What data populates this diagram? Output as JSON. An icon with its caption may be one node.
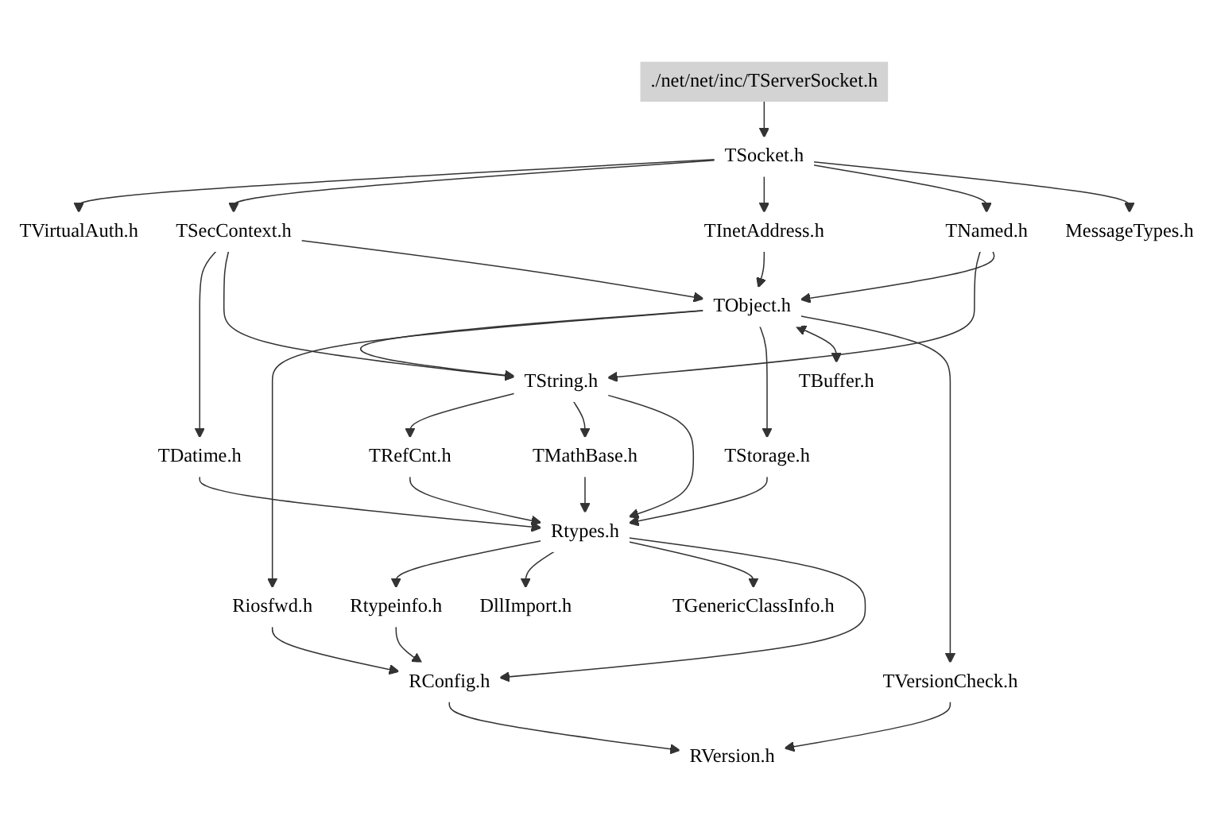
{
  "diagram": {
    "nodes": [
      {
        "text": [
          "./net/net/inc/TServerSocket.h"
        ]
      },
      {
        "text": [
          "TSocket.h"
        ]
      },
      {
        "text": [
          "TSecContext.h"
        ]
      },
      {
        "text": [
          "TInetAddress.h"
        ]
      },
      {
        "text": [
          "TNamed.h"
        ]
      },
      {
        "text": [
          "MessageTypes.h"
        ]
      },
      {
        "text": [
          "TVirtualAuth.h"
        ]
      },
      {
        "text": [
          "TDatime.h"
        ]
      },
      {
        "text": [
          "TString.h"
        ]
      },
      {
        "text": [
          "TObject.h"
        ]
      },
      {
        "text": [
          "TRefCnt.h"
        ]
      },
      {
        "text": [
          "TMathBase.h"
        ]
      },
      {
        "text": [
          "Riosfwd.h"
        ]
      },
      {
        "text": [
          "TStorage.h"
        ]
      },
      {
        "text": [
          "TBuffer.h"
        ]
      },
      {
        "text": [
          "Rtypes.h"
        ]
      },
      {
        "text": [
          "TVersionCheck.h"
        ]
      },
      {
        "text": [
          "Rtypeinfo.h"
        ]
      },
      {
        "text": [
          "DllImport.h"
        ]
      },
      {
        "text": [
          "TGenericClassInfo.h"
        ]
      },
      {
        "text": [
          "RConfig.h"
        ]
      },
      {
        "text": [
          "RVersion.h"
        ]
      }
    ],
    "edges": [
      {
        "from": 0,
        "to": 1,
        "arrow": "to"
      },
      {
        "from": 1,
        "to": 6,
        "arrow": "to"
      },
      {
        "from": 1,
        "to": 2,
        "arrow": "to"
      },
      {
        "from": 1,
        "to": 3,
        "arrow": "to"
      },
      {
        "from": 1,
        "to": 4,
        "arrow": "to"
      },
      {
        "from": 1,
        "to": 5,
        "arrow": "to"
      },
      {
        "from": 2,
        "to": 7,
        "arrow": "to"
      },
      {
        "from": 2,
        "to": 8,
        "arrow": "to"
      },
      {
        "from": 2,
        "to": 9,
        "arrow": "to"
      },
      {
        "from": 3,
        "to": 9,
        "arrow": "to"
      },
      {
        "from": 4,
        "to": 8,
        "arrow": "to"
      },
      {
        "from": 4,
        "to": 9,
        "arrow": "to"
      },
      {
        "from": 7,
        "to": 15,
        "arrow": "to"
      },
      {
        "from": 8,
        "to": 10,
        "arrow": "to"
      },
      {
        "from": 8,
        "to": 11,
        "arrow": "to"
      },
      {
        "from": 8,
        "to": 15,
        "arrow": "to"
      },
      {
        "from": 9,
        "to": 8,
        "arrow": "to"
      },
      {
        "from": 9,
        "to": 12,
        "arrow": "to"
      },
      {
        "from": 9,
        "to": 13,
        "arrow": "to"
      },
      {
        "from": 9,
        "to": 14,
        "arrow": "both"
      },
      {
        "from": 9,
        "to": 16,
        "arrow": "to"
      },
      {
        "from": 10,
        "to": 15,
        "arrow": "to"
      },
      {
        "from": 11,
        "to": 15,
        "arrow": "to"
      },
      {
        "from": 13,
        "to": 15,
        "arrow": "to"
      },
      {
        "from": 12,
        "to": 20,
        "arrow": "to"
      },
      {
        "from": 15,
        "to": 17,
        "arrow": "to"
      },
      {
        "from": 15,
        "to": 18,
        "arrow": "to"
      },
      {
        "from": 15,
        "to": 19,
        "arrow": "to"
      },
      {
        "from": 15,
        "to": 20,
        "arrow": "to"
      },
      {
        "from": 16,
        "to": 21,
        "arrow": "to"
      },
      {
        "from": 17,
        "to": 20,
        "arrow": "to"
      },
      {
        "from": 20,
        "to": 21,
        "arrow": "to"
      }
    ]
  }
}
